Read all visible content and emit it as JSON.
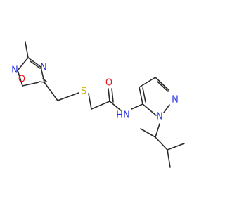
{
  "molecule": {
    "atoms": [
      {
        "id": "o_ring",
        "label": "O",
        "color": "#e8131a"
      },
      {
        "id": "n_ring_top",
        "label": "N",
        "color": "#2a35e6"
      },
      {
        "id": "n_ring_right",
        "label": "N",
        "color": "#2a35e6"
      },
      {
        "id": "s",
        "label": "S",
        "color": "#c9b300"
      },
      {
        "id": "o_carbonyl",
        "label": "O",
        "color": "#e8131a"
      },
      {
        "id": "nh",
        "label": "N",
        "color": "#2a35e6"
      },
      {
        "id": "h",
        "label": "H",
        "color": "#2a35e6"
      },
      {
        "id": "n_pyr1",
        "label": "N",
        "color": "#2a35e6"
      },
      {
        "id": "n_pyr2",
        "label": "N",
        "color": "#2a35e6"
      }
    ]
  }
}
